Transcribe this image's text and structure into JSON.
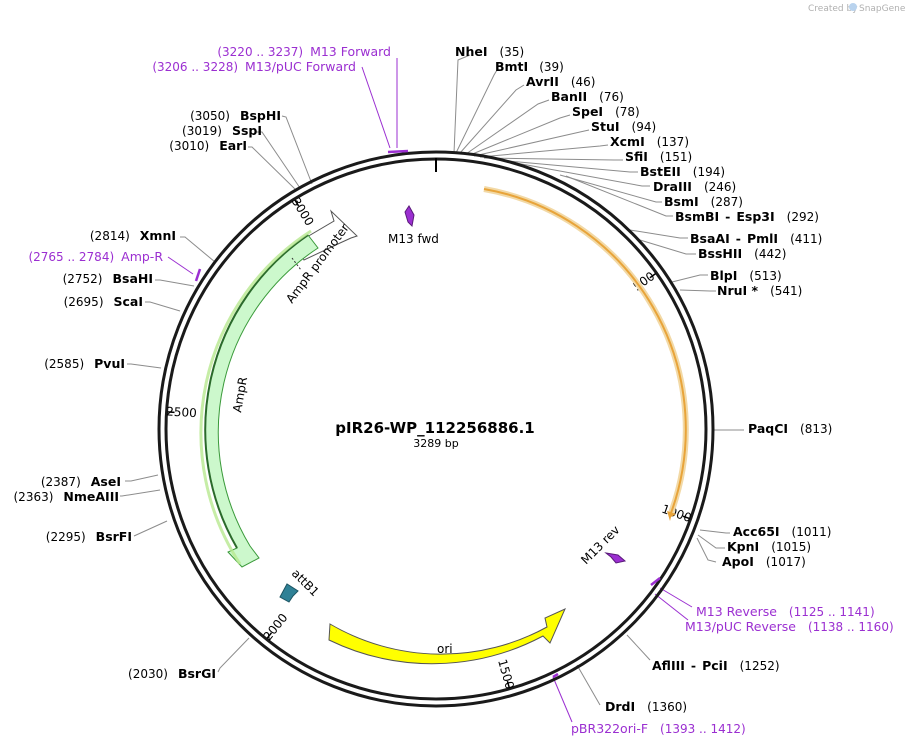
{
  "branding": {
    "created_by": "Created by",
    "app": "SnapGene"
  },
  "plasmid": {
    "name": "pIR26-WP_112256886.1",
    "length_label": "3289 bp",
    "length": 3289
  },
  "colors": {
    "backbone": "#1a1a1a",
    "leader": "#8c8c8c",
    "primer": "#9b2fd1",
    "orf_amber": "#e8a43a",
    "ampr_fill": "#ccf8cc",
    "ampr_edge": "#3a9a3a",
    "promoter_fill": "#ffffff",
    "ori_fill": "#ffff00",
    "attb_fill": "#2f8196",
    "m13_fill": "#9b2fd1"
  },
  "ruler": [
    {
      "label": "500",
      "pos": 500
    },
    {
      "label": "1000",
      "pos": 1000
    },
    {
      "label": "1500",
      "pos": 1500
    },
    {
      "label": "2000",
      "pos": 2000
    },
    {
      "label": "2500",
      "pos": 2500
    },
    {
      "label": "3000",
      "pos": 3000
    }
  ],
  "features": [
    {
      "label": "AmpR",
      "type": "gene"
    },
    {
      "label": "AmpR promoter",
      "type": "promoter"
    },
    {
      "label": "ori",
      "type": "rep_origin"
    },
    {
      "label": "attB1",
      "type": "attB"
    },
    {
      "label": "M13 fwd",
      "type": "primer_bind"
    },
    {
      "label": "M13 rev",
      "type": "primer_bind"
    }
  ],
  "enzymes_right": [
    {
      "name": "NheI",
      "pos": "(35)"
    },
    {
      "name": "BmtI",
      "pos": "(39)"
    },
    {
      "name": "AvrII",
      "pos": "(46)"
    },
    {
      "name": "BanII",
      "pos": "(76)"
    },
    {
      "name": "SpeI",
      "pos": "(78)"
    },
    {
      "name": "StuI",
      "pos": "(94)"
    },
    {
      "name": "XcmI",
      "pos": "(137)"
    },
    {
      "name": "SfiI",
      "pos": "(151)"
    },
    {
      "name": "BstEII",
      "pos": "(194)"
    },
    {
      "name": "DraIII",
      "pos": "(246)"
    },
    {
      "name": "BsmI",
      "pos": "(287)"
    },
    {
      "name": "BsmBI",
      "name2": "Esp3I",
      "pos": "(292)"
    },
    {
      "name": "BsaAI",
      "name2": "PmlI",
      "pos": "(411)"
    },
    {
      "name": "BssHII",
      "pos": "(442)"
    },
    {
      "name": "BlpI",
      "pos": "(513)"
    },
    {
      "name": "NruI *",
      "pos": "(541)"
    },
    {
      "name": "PaqCI",
      "pos": "(813)"
    },
    {
      "name": "Acc65I",
      "pos": "(1011)"
    },
    {
      "name": "KpnI",
      "pos": "(1015)"
    },
    {
      "name": "ApoI",
      "pos": "(1017)"
    },
    {
      "name": "AflIII",
      "name2": "PciI",
      "pos": "(1252)"
    },
    {
      "name": "DrdI",
      "pos": "(1360)"
    }
  ],
  "enzymes_left": [
    {
      "name": "BspHI",
      "pos": "(3050)"
    },
    {
      "name": "SspI",
      "pos": "(3019)"
    },
    {
      "name": "EarI",
      "pos": "(3010)"
    },
    {
      "name": "XmnI",
      "pos": "(2814)"
    },
    {
      "name": "BsaHI",
      "pos": "(2752)"
    },
    {
      "name": "ScaI",
      "pos": "(2695)"
    },
    {
      "name": "PvuI",
      "pos": "(2585)"
    },
    {
      "name": "AseI",
      "pos": "(2387)"
    },
    {
      "name": "NmeAIII",
      "pos": "(2363)"
    },
    {
      "name": "BsrFI",
      "pos": "(2295)"
    },
    {
      "name": "BsrGI",
      "pos": "(2030)"
    }
  ],
  "primers": [
    {
      "name": "M13 Forward",
      "range": "(3220 .. 3237)"
    },
    {
      "name": "M13/pUC Forward",
      "range": "(3206 .. 3228)"
    },
    {
      "name": "Amp-R",
      "range": "(2765 .. 2784)"
    },
    {
      "name": "M13 Reverse",
      "range": "(1125 .. 1141)"
    },
    {
      "name": "M13/pUC Reverse",
      "range": "(1138 .. 1160)"
    },
    {
      "name": "pBR322ori-F",
      "range": "(1393 .. 1412)"
    }
  ]
}
